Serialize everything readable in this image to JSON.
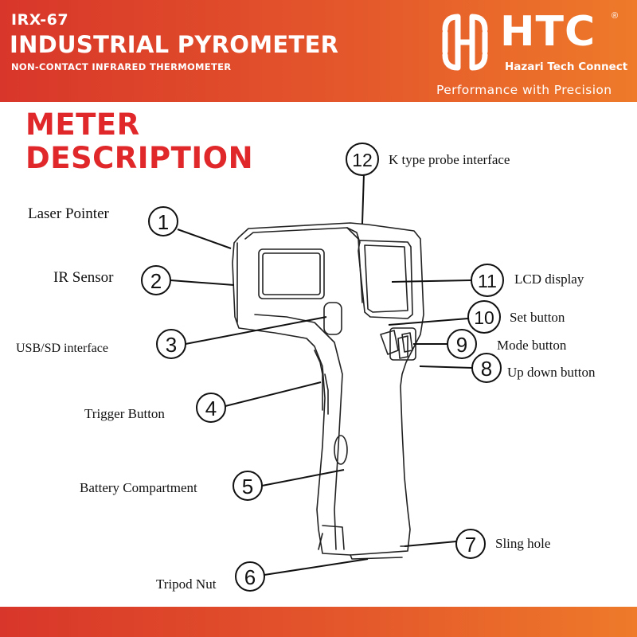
{
  "header": {
    "model": "IRX-67",
    "title": "INDUSTRIAL PYROMETER",
    "subtitle": "NON-CONTACT INFRARED THERMOMETER",
    "brand": "HTC",
    "brand_full": "Hazari Tech Connect",
    "reg_mark": "®",
    "tagline": "Performance with Precision",
    "color_start": "#d8362a",
    "color_end": "#ee7a2a"
  },
  "section": {
    "title_line1": "METER",
    "title_line2": "DESCRIPTION",
    "title_color": "#e0282a"
  },
  "callouts": [
    {
      "num": "1",
      "label": "Laser Pointer"
    },
    {
      "num": "2",
      "label": "IR Sensor"
    },
    {
      "num": "3",
      "label": "USB/SD interface"
    },
    {
      "num": "4",
      "label": "Trigger Button"
    },
    {
      "num": "5",
      "label": "Battery Compartment"
    },
    {
      "num": "6",
      "label": "Tripod Nut"
    },
    {
      "num": "7",
      "label": "Sling hole"
    },
    {
      "num": "8",
      "label": "Up down button"
    },
    {
      "num": "9",
      "label": "Mode button"
    },
    {
      "num": "10",
      "label": "Set button"
    },
    {
      "num": "11",
      "label": "LCD display"
    },
    {
      "num": "12",
      "label": "K type probe interface"
    }
  ]
}
